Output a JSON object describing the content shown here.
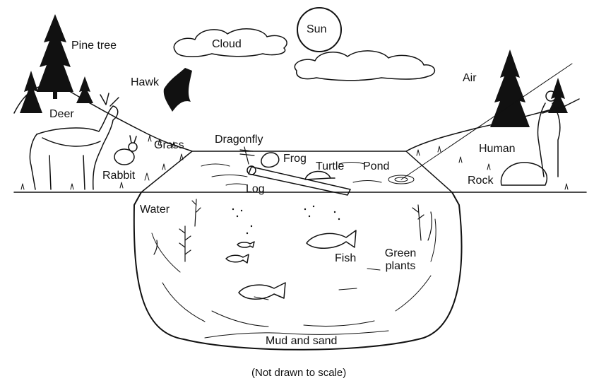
{
  "labels": {
    "sun": "Sun",
    "cloud": "Cloud",
    "pine_tree": "Pine tree",
    "hawk": "Hawk",
    "air": "Air",
    "deer": "Deer",
    "grass": "Grass",
    "dragonfly": "Dragonfly",
    "frog": "Frog",
    "turtle": "Turtle",
    "pond": "Pond",
    "human": "Human",
    "rabbit": "Rabbit",
    "log": "Log",
    "rock": "Rock",
    "water": "Water",
    "fish": "Fish",
    "green_plants": "Green plants",
    "mud_and_sand": "Mud and sand"
  },
  "note": "(Not drawn to scale)",
  "colors": {
    "ink": "#111111",
    "background": "#ffffff"
  }
}
